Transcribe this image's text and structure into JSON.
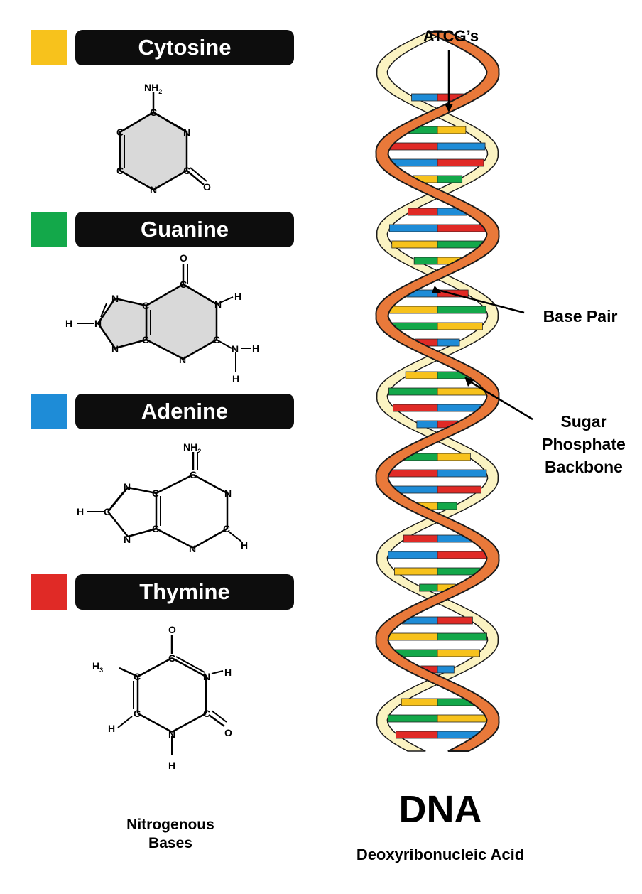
{
  "bases": [
    {
      "name": "Cytosine",
      "color": "#f7c21c"
    },
    {
      "name": "Guanine",
      "color": "#13a84a"
    },
    {
      "name": "Adenine",
      "color": "#1e8cd7"
    },
    {
      "name": "Thymine",
      "color": "#e02a26"
    }
  ],
  "helix_colors": {
    "backbone": "#e9793a",
    "backbone_edge": "#1a1a1a",
    "inner": "#fbf3c2"
  },
  "molecules": {
    "cytosine": {
      "nh2": "NH",
      "nh2_sub": "2",
      "c": "C",
      "n": "N",
      "o": "O"
    },
    "guanine": {
      "o": "O",
      "c": "C",
      "n": "N",
      "h": "H"
    },
    "adenine": {
      "nh2": "NH",
      "nh2_sub": "2",
      "c": "C",
      "n": "N",
      "h": "H"
    },
    "thymine": {
      "o": "O",
      "c": "C",
      "n": "N",
      "h": "H",
      "h3": "H",
      "h3_sub": "3"
    }
  },
  "labels": {
    "atcg": "ATCG’s",
    "base_pair": "Base Pair",
    "backbone_line1": "Sugar",
    "backbone_line2": "Phosphate",
    "backbone_line3": "Backbone",
    "nitro_line1": "Nitrogenous",
    "nitro_line2": "Bases",
    "dna_title": "DNA",
    "dna_subtitle": "Deoxyribonucleic Acid"
  }
}
